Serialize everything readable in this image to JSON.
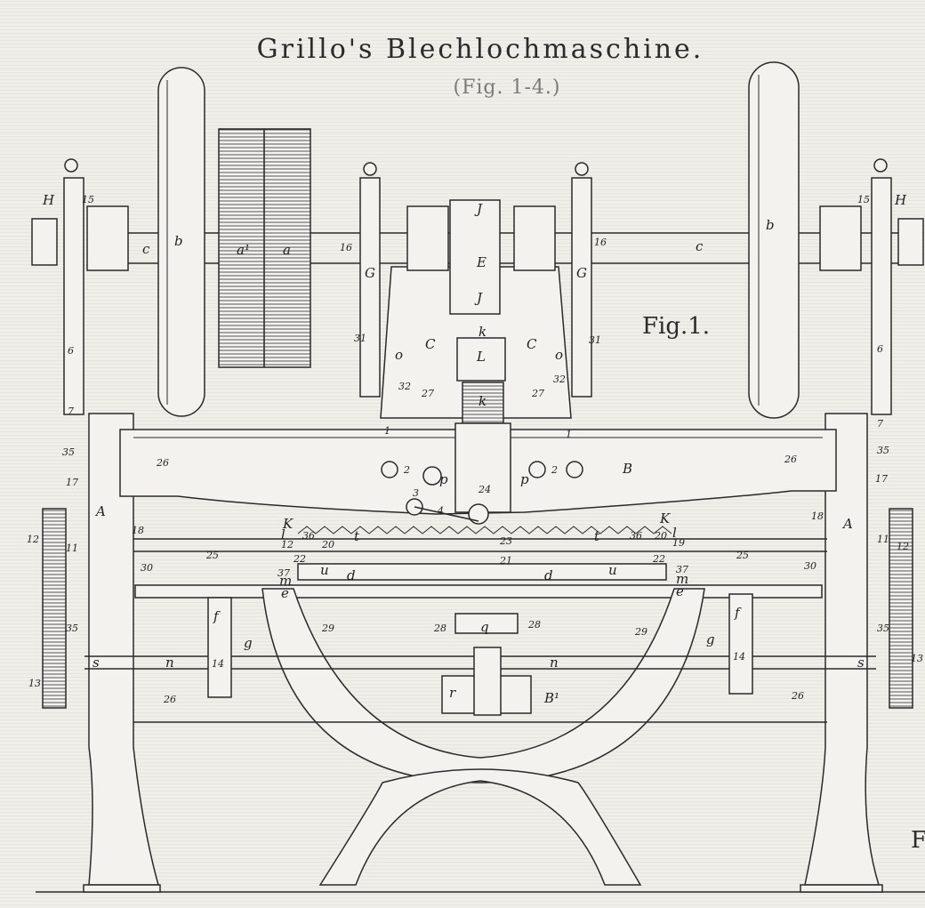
{
  "title": "Grillo's Blechlochmaschine.",
  "subtitle": "(Fig. 1-4.)",
  "figure_label": "Fig.1.",
  "edge_label": "F",
  "labels": {
    "H": "H",
    "b": "b",
    "c": "c",
    "a1": "a¹",
    "a": "a",
    "G": "G",
    "J": "J",
    "E": "E",
    "C": "C",
    "k": "k",
    "L": "L",
    "o": "o",
    "B": "B",
    "A": "A",
    "K": "K",
    "l": "l",
    "t": "t",
    "u": "u",
    "d": "d",
    "m": "m",
    "e": "e",
    "f": "f",
    "g": "g",
    "n": "n",
    "s": "s",
    "r": "r",
    "B1": "B¹",
    "p": "p",
    "q": "q"
  },
  "numbers": {
    "n1": "1",
    "n2": "2",
    "n3": "3",
    "n4": "4",
    "n6": "6",
    "n7": "7",
    "n11": "11",
    "n12": "12",
    "n13": "13",
    "n14": "14",
    "n15": "15",
    "n16": "16",
    "n17": "17",
    "n18": "18",
    "n19": "19",
    "n20": "20",
    "n21": "21",
    "n22": "22",
    "n23": "23",
    "n24": "24",
    "n25": "25",
    "n26": "26",
    "n27": "27",
    "n28": "28",
    "n29": "29",
    "n30": "30",
    "n31": "31",
    "n32": "32",
    "n35": "35",
    "n36": "36",
    "n37": "37"
  }
}
